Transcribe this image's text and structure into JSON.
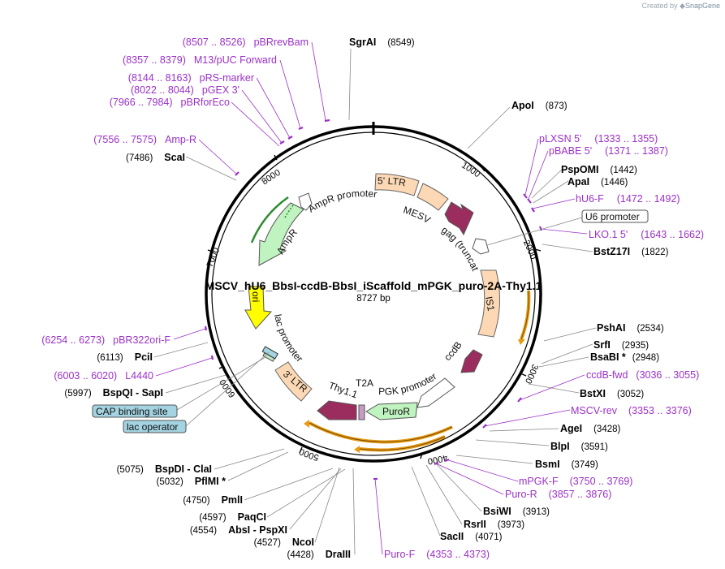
{
  "brand": {
    "created_by": "Created by",
    "product": "SnapGene"
  },
  "plasmid": {
    "name": "MSCV_hU6_BbsI-ccdB-BbsI_iScaffold_mPGK_puro-2A-Thy1.1",
    "length": "8727 bp"
  },
  "ticks": [
    "1000",
    "2000",
    "3000",
    "4000",
    "5000",
    "6000",
    "7000",
    "8000"
  ],
  "features": [
    "5' LTR",
    "MESV ψ",
    "gag (truncated)",
    "IS1",
    "ccdB",
    "PGK promoter",
    "PuroR",
    "T2A",
    "Thy1.1",
    "3' LTR",
    "lac promoter",
    "ori",
    "AmpR",
    "AmpR promoter"
  ],
  "boxed_features": [
    "U6 promoter",
    "CAP binding site",
    "lac operator"
  ],
  "sites": [
    {
      "name": "SgrAI",
      "pos": "(8549)"
    },
    {
      "name": "ApoI",
      "pos": "(873)"
    },
    {
      "name": "PspOMI",
      "pos": "(1442)"
    },
    {
      "name": "ApaI",
      "pos": "(1446)"
    },
    {
      "name": "BstZ17I",
      "pos": "(1822)"
    },
    {
      "name": "PshAI",
      "pos": "(2534)"
    },
    {
      "name": "SrfI",
      "pos": "(2935)"
    },
    {
      "name": "BsaBI *",
      "pos": "(2948)"
    },
    {
      "name": "BstXI",
      "pos": "(3052)"
    },
    {
      "name": "AgeI",
      "pos": "(3428)"
    },
    {
      "name": "BlpI",
      "pos": "(3591)"
    },
    {
      "name": "BsmI",
      "pos": "(3749)"
    },
    {
      "name": "BsiWI",
      "pos": "(3913)"
    },
    {
      "name": "RsrII",
      "pos": "(3973)"
    },
    {
      "name": "SacII",
      "pos": "(4071)"
    },
    {
      "name": "DraIII",
      "pos": "(4428)"
    },
    {
      "name": "NcoI",
      "pos": "(4527)"
    },
    {
      "name": "AbsI - PspXI",
      "pos": "(4554)"
    },
    {
      "name": "PaqCI",
      "pos": "(4597)"
    },
    {
      "name": "PmlI",
      "pos": "(4750)"
    },
    {
      "name": "PflMI *",
      "pos": "(5032)"
    },
    {
      "name": "BspDI - ClaI",
      "pos": "(5075)"
    },
    {
      "name": "BspQI - SapI",
      "pos": "(5997)"
    },
    {
      "name": "PciI",
      "pos": "(6113)"
    },
    {
      "name": "ScaI",
      "pos": "(7486)"
    }
  ],
  "primers": [
    {
      "name": "pBRrevBam",
      "range": "(8507 .. 8526)"
    },
    {
      "name": "M13/pUC Forward",
      "range": "(8357 .. 8379)"
    },
    {
      "name": "pRS-marker",
      "range": "(8144 .. 8163)"
    },
    {
      "name": "pGEX 3'",
      "range": "(8022 .. 8044)"
    },
    {
      "name": "pBRforEco",
      "range": "(7966 .. 7984)"
    },
    {
      "name": "Amp-R",
      "range": "(7556 .. 7575)"
    },
    {
      "name": "pLXSN 5'",
      "range": "(1333 .. 1355)"
    },
    {
      "name": "pBABE 5'",
      "range": "(1371 .. 1387)"
    },
    {
      "name": "hU6-F",
      "range": "(1472 .. 1492)"
    },
    {
      "name": "LKO.1 5'",
      "range": "(1643 .. 1662)"
    },
    {
      "name": "ccdB-fwd",
      "range": "(3036 .. 3055)"
    },
    {
      "name": "MSCV-rev",
      "range": "(3353 .. 3376)"
    },
    {
      "name": "mPGK-F",
      "range": "(3750 .. 3769)"
    },
    {
      "name": "Puro-R",
      "range": "(3857 .. 3876)"
    },
    {
      "name": "Puro-F",
      "range": "(4353 .. 4373)"
    },
    {
      "name": "pBR322ori-F",
      "range": "(6254 .. 6273)"
    },
    {
      "name": "L4440",
      "range": "(6003 .. 6020)"
    }
  ],
  "colors": {
    "primer": "#9b30c8",
    "ltr": "#fcd9b4",
    "marker": "#9b2d5e",
    "green": "#bff3bf",
    "ori": "#ffff00",
    "orange": "#e89a10",
    "box_blue": "#a4d3e1"
  }
}
